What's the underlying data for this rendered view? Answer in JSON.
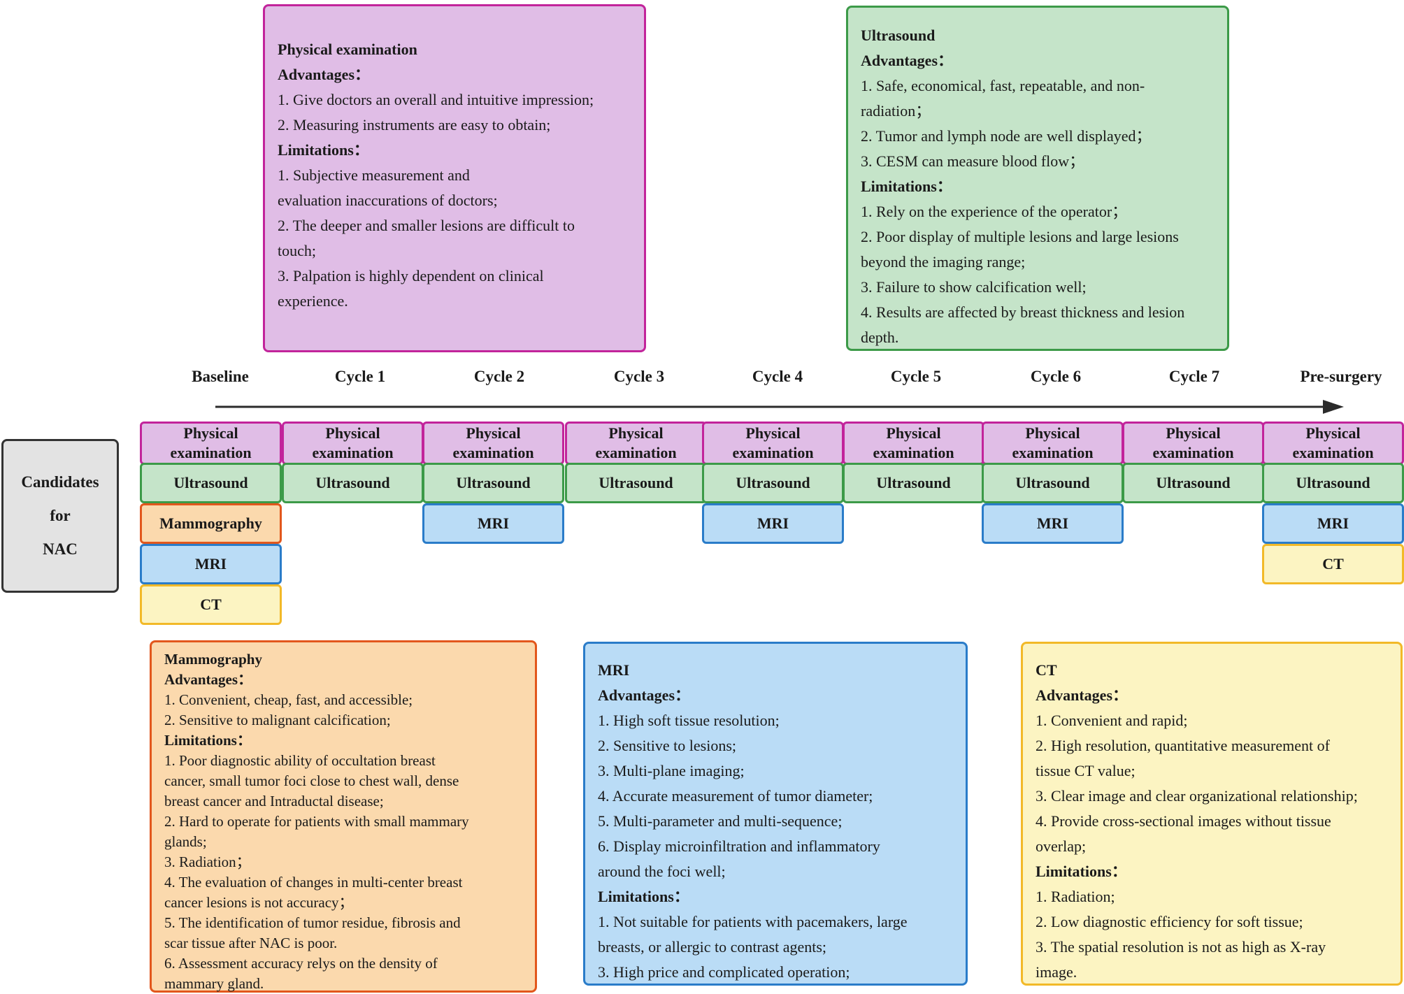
{
  "physical_exam_box": {
    "title": "Physical examination",
    "adv_heading": "Advantages：",
    "adv": [
      "1. Give doctors an overall and intuitive impression;",
      "2. Measuring instruments are easy to obtain;"
    ],
    "lim_heading": "Limitations：",
    "lim": [
      "1. Subjective measurement and",
      "evaluation inaccurations of doctors;",
      "2. The deeper and smaller lesions are difficult to",
      "touch;",
      "3. Palpation is highly dependent on clinical",
      "experience."
    ]
  },
  "ultrasound_box": {
    "title": "Ultrasound",
    "adv_heading": "Advantages：",
    "adv": [
      "1. Safe, economical, fast, repeatable, and non-",
      "radiation；",
      "2. Tumor and lymph node are well displayed；",
      "3. CESM can measure blood flow；"
    ],
    "lim_heading": "Limitations：",
    "lim": [
      "1. Rely on the experience of the operator；",
      "2. Poor display of multiple lesions and large lesions",
      "beyond the imaging range;",
      "3. Failure to show calcification well;",
      "4. Results are affected by breast thickness and lesion",
      "depth."
    ]
  },
  "mammography_box": {
    "title": "Mammography",
    "adv_heading": "Advantages：",
    "adv": [
      "1. Convenient, cheap, fast, and accessible;",
      "2. Sensitive to malignant calcification;"
    ],
    "lim_heading": "Limitations：",
    "lim": [
      "1. Poor diagnostic ability of occultation breast",
      "cancer, small tumor foci close to chest wall, dense",
      "breast cancer and Intraductal disease;",
      "2. Hard to operate for patients with small mammary",
      "glands;",
      "3. Radiation；",
      "4. The evaluation of changes in multi-center breast",
      "cancer lesions is not accuracy；",
      "5. The identification of tumor residue, fibrosis and",
      "scar tissue after NAC is poor.",
      "6. Assessment accuracy relys on the density of",
      "mammary gland."
    ]
  },
  "mri_box": {
    "title": "MRI",
    "adv_heading": "Advantages：",
    "adv": [
      "1. High soft tissue resolution;",
      "2. Sensitive to lesions;",
      "3. Multi-plane imaging;",
      "4. Accurate measurement of tumor diameter;",
      "5. Multi-parameter and multi-sequence;",
      "6. Display microinfiltration and inflammatory",
      "around the foci well;"
    ],
    "lim_heading": "Limitations：",
    "lim": [
      "1. Not suitable for patients with pacemakers, large",
      "breasts, or allergic to contrast agents;",
      "3. High price and complicated operation;"
    ]
  },
  "ct_box": {
    "title": "CT",
    "adv_heading": "Advantages：",
    "adv": [
      "1. Convenient and rapid;",
      "2. High resolution, quantitative measurement of",
      "tissue CT value;",
      "3. Clear image and clear organizational relationship;",
      "4. Provide cross-sectional images without tissue",
      "overlap;"
    ],
    "lim_heading": "Limitations：",
    "lim": [
      "1. Radiation;",
      "2. Low diagnostic efficiency for soft tissue;",
      "3. The spatial resolution is not as high as X-ray",
      "image."
    ]
  },
  "candidates": [
    "Candidates",
    "for",
    "NAC"
  ],
  "timeline": {
    "stages": [
      "Baseline",
      "Cycle 1",
      "Cycle 2",
      "Cycle 3",
      "Cycle 4",
      "Cycle 5",
      "Cycle 6",
      "Cycle 7",
      "Pre-surgery"
    ]
  },
  "labels": {
    "pe": "Physical examination",
    "us": "Ultrasound",
    "mm": "Mammography",
    "mri": "MRI",
    "ct": "CT"
  },
  "schedule": [
    [
      "pe",
      "us",
      "mm",
      "mri",
      "ct"
    ],
    [
      "pe",
      "us"
    ],
    [
      "pe",
      "us",
      "mri"
    ],
    [
      "pe",
      "us"
    ],
    [
      "pe",
      "us",
      "mri"
    ],
    [
      "pe",
      "us"
    ],
    [
      "pe",
      "us",
      "mri"
    ],
    [
      "pe",
      "us"
    ],
    [
      "pe",
      "us",
      "mri",
      "ct"
    ]
  ],
  "colors": {
    "pe": {
      "fill": "#e0bde6",
      "border": "#c2249b"
    },
    "us": {
      "fill": "#c5e4c9",
      "border": "#3c9a48"
    },
    "mm": {
      "fill": "#fbd9ad",
      "border": "#e2571c"
    },
    "mri": {
      "fill": "#badcf6",
      "border": "#2a7cc9"
    },
    "ct": {
      "fill": "#fcf4c2",
      "border": "#f2b928"
    }
  }
}
